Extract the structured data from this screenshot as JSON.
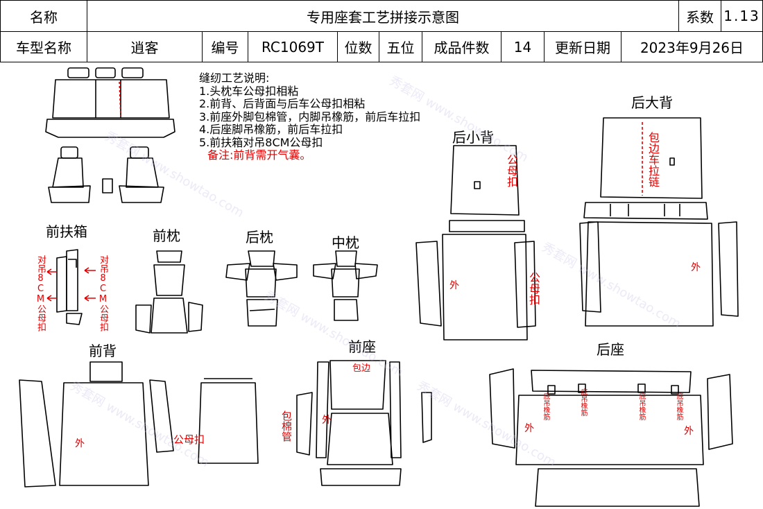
{
  "header": {
    "name_label": "名称",
    "title": "专用座套工艺拼接示意图",
    "coef_label": "系数",
    "coef_value": "1.13",
    "model_label": "车型名称",
    "model_value": "逍客",
    "code_label": "编号",
    "code_value": "RC1069T",
    "seats_label": "位数",
    "seats_value": "五位",
    "pieces_label": "成品件数",
    "pieces_value": "14",
    "date_label": "更新日期",
    "date_value": "2023年9月26日"
  },
  "notes": {
    "heading": "缝纫工艺说明:",
    "items": [
      "1.头枕车公母扣相粘",
      "2.前背、后背面与后车公母扣相粘",
      "3.前座外脚包棉管，内脚吊橡筋，前后车拉扣",
      "4.后座脚吊橡筋，前后车拉扣",
      "5.前扶箱对吊8CM公母扣"
    ],
    "remark": "备注:前背需开气囊。"
  },
  "sections": {
    "front_armrest": "前扶箱",
    "front_headrest": "前枕",
    "rear_headrest": "后枕",
    "middle_headrest": "中枕",
    "rear_small_back": "后小背",
    "rear_big_back": "后大背",
    "front_back": "前背",
    "front_seat": "前座",
    "rear_seat": "后座"
  },
  "annotations": {
    "armrest_left": "对吊8CM公母扣",
    "armrest_right": "对吊8CM公母扣",
    "snap": "公母扣",
    "snap2": "公母扣",
    "snap3": "公母扣",
    "outer": "外",
    "zip": "包边车拉链",
    "edge": "包边",
    "foam_tube": "包棉管",
    "bottom_elastic": "底吊橡筋"
  },
  "watermark": "秀套网 www.showtao.com",
  "colors": {
    "line": "#000000",
    "annotation": "#e00000"
  }
}
